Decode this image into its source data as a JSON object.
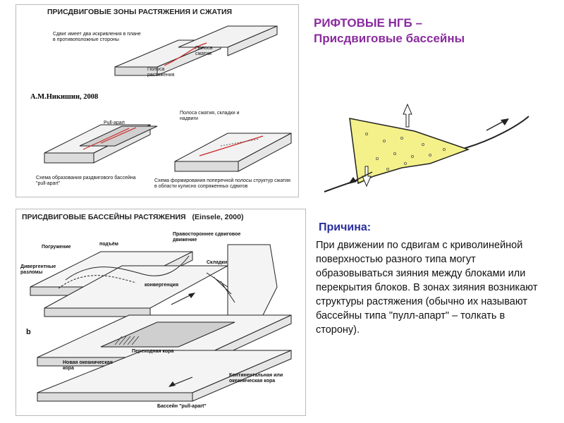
{
  "top_figure": {
    "title": "ПРИСДВИГОВЫЕ ЗОНЫ РАСТЯЖЕНИЯ И СЖАТИЯ",
    "label_shift": "Сдвиг имеет два искривления в плане в противоположные стороны",
    "label_compress": "Полоса сжатия",
    "label_extend": "Полоса растяжения",
    "author": "А.М.Никишин, 2008",
    "label_pullapart": "Pull-apart",
    "label_fold_band": "Полоса сжатия, складки и надвиги",
    "caption_left": "Схема образования раздвигового бассейна \"pull-apart\"",
    "caption_right": "Схема формирования поперечной полосы структур сжатия в области кулисно сопряженных сдвигов"
  },
  "heading": {
    "line1": "РИФТОВЫЕ НГБ –",
    "line2": "Присдвиговые бассейны"
  },
  "bottom_figure": {
    "title": "ПРИСДВИГОВЫЕ БАССЕЙНЫ РАСТЯЖЕНИЯ",
    "source": "(Einsele, 2000)",
    "label_dextral": "Правостороннее сдвиговое движение",
    "label_subsidence": "Погружение",
    "label_uplift": "подъём",
    "label_divergent": "Дивергентные разломы",
    "label_convergence": "конвергенция",
    "label_folds": "Складки",
    "label_b": "b",
    "label_transitional": "Переходная кора",
    "label_oceanic": "Новая океаническая кора",
    "label_continental": "Континентальная или океаническая кора",
    "label_basin": "Бассейн \"pull-apart\""
  },
  "reason": {
    "title": "Причина:",
    "text": "При движении по сдвигам с криволинейной поверхностью разного типа могут образовываться зияния между блоками или перекрытия блоков. В зонах зияния возникают структуры растяжения (обычно их называют бассейны типа \"пулл-апарт\" – толкать в сторону)."
  },
  "colors": {
    "heading": "#8a2b9e",
    "reason_title": "#2a2f9c",
    "wedge_fill": "#f4f18a",
    "fault_red": "#cc2222"
  }
}
